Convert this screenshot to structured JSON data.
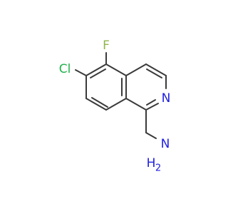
{
  "molecule": {
    "atoms": {
      "fluorine": "F",
      "chlorine": "Cl",
      "ring_nitrogen": "N",
      "amine_nitrogen": "N",
      "amine_h": "H",
      "amine_h_count": "2"
    },
    "colors": {
      "bond": "#3a3a3a",
      "fluorine": "#8fb54a",
      "chlorine": "#22b14c",
      "nitrogen": "#2020e0"
    }
  }
}
